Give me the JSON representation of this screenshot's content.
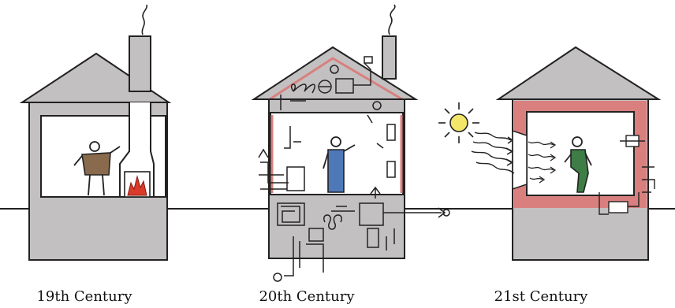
{
  "captions": {
    "c19": "19th Century",
    "c20": "20th Century",
    "c21": "21st Century"
  },
  "colors": {
    "house_fill": "#c3c0c1",
    "outline": "#222222",
    "room_fill": "#ffffff",
    "insulation": "#d9807f",
    "person_19": "#8a6a4c",
    "person_20": "#4f78b8",
    "person_21": "#3e7d45",
    "fire": "#d93a2a",
    "sun": "#f3e66a"
  }
}
